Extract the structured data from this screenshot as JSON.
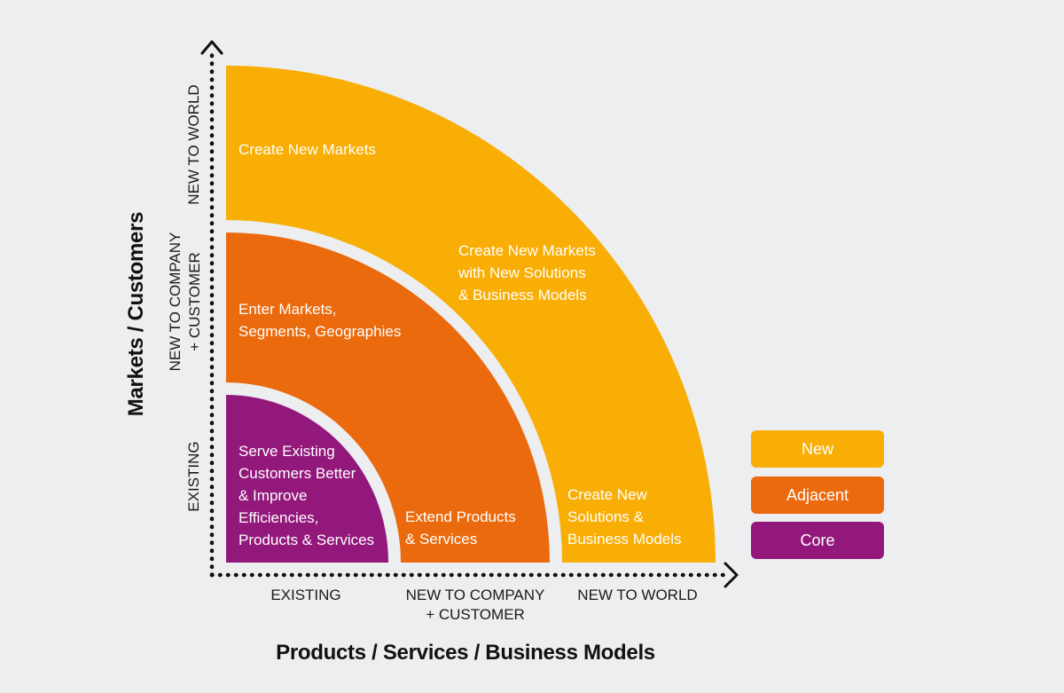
{
  "colors": {
    "new": "#f8ae05",
    "adjacent": "#eb6a0d",
    "core": "#93187c",
    "background": "#eceef0",
    "axis": "#111111"
  },
  "zones": {
    "core_market": "Serve Existing\nCustomers Better\n& Improve\nEfficiencies,\nProducts & Services",
    "adjacent_market": "Enter Markets,\nSegments, Geographies",
    "adjacent_product": "Extend Products\n& Services",
    "new_market": "Create New Markets",
    "new_both": "Create New Markets\nwith New Solutions\n& Business Models",
    "new_product": "Create New\nSolutions &\nBusiness Models"
  },
  "y_axis": {
    "title": "Markets / Customers",
    "ticks": [
      "EXISTING",
      "NEW TO COMPANY\n+ CUSTOMER",
      "NEW TO WORLD"
    ]
  },
  "x_axis": {
    "title": "Products / Services / Business Models",
    "ticks": [
      "EXISTING",
      "NEW TO COMPANY\n+ CUSTOMER",
      "NEW TO WORLD"
    ]
  },
  "legend": [
    {
      "label": "New",
      "color": "#f8ae05"
    },
    {
      "label": "Adjacent",
      "color": "#eb6a0d"
    },
    {
      "label": "Core",
      "color": "#93187c"
    }
  ]
}
